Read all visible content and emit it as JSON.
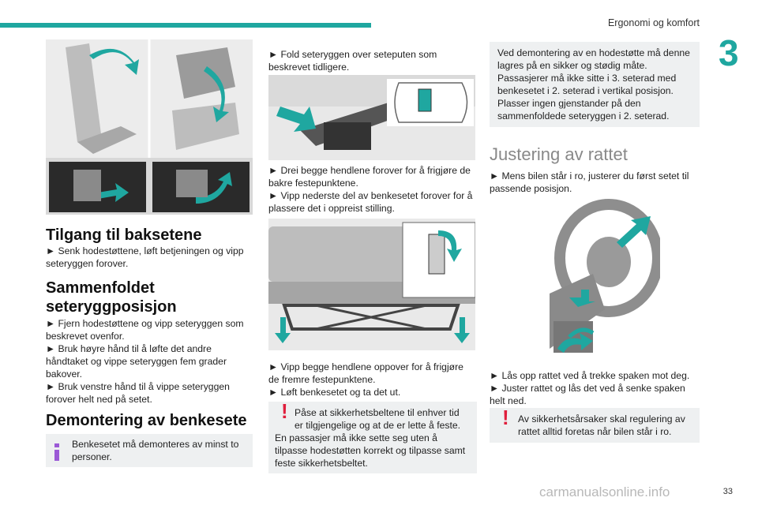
{
  "header": {
    "title": "Ergonomi og komfort",
    "chapter": "3"
  },
  "col1": {
    "h_tilgang": "Tilgang til baksetene",
    "p_tilgang": "► Senk hodestøttene, løft betjeningen og vipp seteryggen forover.",
    "h_sammen": "Sammenfoldet seteryggposisjon",
    "p_sammen_1": "► Fjern hodestøttene og vipp seteryggen som beskrevet ovenfor.",
    "p_sammen_2": "► Bruk høyre hånd til å løfte det andre håndtaket og vippe seteryggen fem grader bakover.",
    "p_sammen_3": "► Bruk venstre hånd til å vippe seteryggen forover helt ned på setet.",
    "h_demont": "Demontering av benkesete",
    "note_info": "Benkesetet må demonteres av minst to personer."
  },
  "col2": {
    "p_fold": "► Fold seteryggen over seteputen som beskrevet tidligere.",
    "p_drei": "► Drei begge hendlene forover for å frigjøre de bakre festepunktene.",
    "p_vipp": "► Vipp nederste del av benkesetet forover for å plassere det i oppreist stilling.",
    "p_vipp2": "► Vipp begge hendlene oppover for å frigjøre de fremre festepunktene.",
    "p_loft": "► Løft benkesetet og ta det ut.",
    "warn_1": "Påse at sikkerhetsbeltene til enhver tid er tilgjengelige og at de er lette å feste.",
    "warn_2": "En passasjer må ikke sette seg uten å tilpasse hodestøtten korrekt og tilpasse samt feste sikkerhetsbeltet."
  },
  "col3": {
    "note_plain": "Ved demontering av en hodestøtte må denne lagres på en sikker og stødig måte. Passasjerer må ikke sitte i 3. seterad med benkesetet i 2. seterad i vertikal posisjon. Plasser ingen gjenstander på den sammenfoldede seteryggen i 2. seterad.",
    "h_just": "Justering av rattet",
    "p_mens": "► Mens bilen står i ro, justerer du først setet til passende posisjon.",
    "p_laas": "► Lås opp rattet ved å trekke spaken mot deg.",
    "p_juster": "► Juster rattet og lås det ved å senke spaken helt ned.",
    "warn_ratt": "Av sikkerhetsårsaker skal regulering av rattet alltid foretas når bilen står i ro."
  },
  "footer": {
    "page": "33",
    "watermark": "carmanualsonline.info"
  },
  "colors": {
    "accent": "#1fa7a0",
    "warning": "#e01f3d",
    "info": "#9b59d6",
    "note_bg": "#eef0f1"
  },
  "icons": [
    "info-icon",
    "warning-icon",
    "arrow-icon"
  ]
}
